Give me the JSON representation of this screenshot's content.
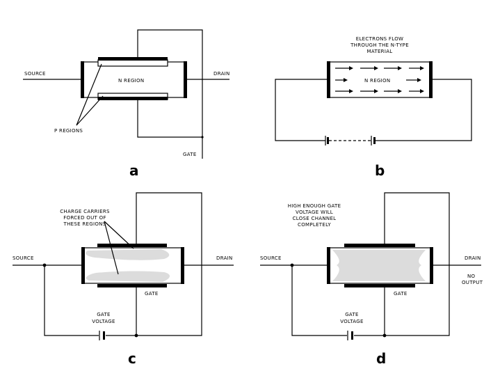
{
  "colors": {
    "line": "#000000",
    "depletion": "#dcdcdc",
    "background": "#ffffff"
  },
  "panel_a": {
    "letter": "a",
    "source_label": "SOURCE",
    "drain_label": "DRAIN",
    "region_label": "N REGION",
    "p_regions_label": "P REGIONS",
    "gate_label": "GATE"
  },
  "panel_b": {
    "letter": "b",
    "note_lines": [
      "ELECTRONS FLOW",
      "THROUGH THE N-TYPE",
      "MATERIAL"
    ],
    "region_label": "N REGION"
  },
  "panel_c": {
    "letter": "c",
    "source_label": "SOURCE",
    "drain_label": "DRAIN",
    "gate_label": "GATE",
    "gate_voltage_lines": [
      "GATE",
      "VOLTAGE"
    ],
    "note_lines": [
      "CHARGE CARRIERS",
      "FORCED OUT OF",
      "THESE REGIONS"
    ]
  },
  "panel_d": {
    "letter": "d",
    "source_label": "SOURCE",
    "drain_label": "DRAIN",
    "gate_label": "GATE",
    "gate_voltage_lines": [
      "GATE",
      "VOLTAGE"
    ],
    "note_lines": [
      "HIGH ENOUGH GATE",
      "VOLTAGE WILL",
      "CLOSE CHANNEL",
      "COMPLETELY"
    ],
    "output_lines": [
      "NO",
      "OUTPUT"
    ]
  }
}
